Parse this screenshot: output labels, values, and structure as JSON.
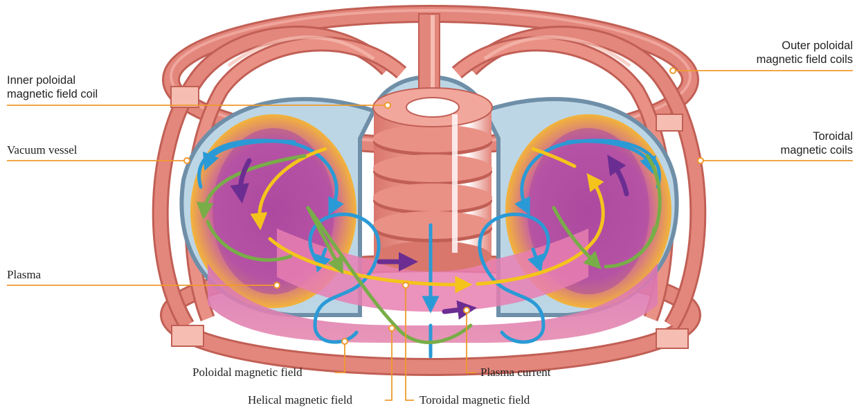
{
  "labels": {
    "inner_poloidal_l1": "Inner poloidal",
    "inner_poloidal_l2": "magnetic field coil",
    "vacuum_vessel": "Vacuum vessel",
    "plasma": "Plasma",
    "outer_poloidal_l1": "Outer poloidal",
    "outer_poloidal_l2": "magnetic field coils",
    "toroidal_coils_l1": "Toroidal",
    "toroidal_coils_l2": "magnetic coils",
    "poloidal_field": "Poloidal magnetic field",
    "helical_field": "Helical magnetic field",
    "plasma_current": "Plasma current",
    "toroidal_field": "Toroidal magnetic field"
  },
  "colors": {
    "leader": "#ef9a2c",
    "coil": "#e3867c",
    "coil_dark": "#c15f55",
    "coil_light": "#f6bdb2",
    "vessel": "#bcd6e6",
    "vessel_edge": "#6f8fa8",
    "plasma": "#c64fae",
    "plasma_glow": "#f6b436",
    "poloidal_arrow": "#2a9ad6",
    "toroidal_arrow": "#f4c41c",
    "helical_arrow": "#78ad48",
    "current_arrow": "#6b2d91"
  }
}
